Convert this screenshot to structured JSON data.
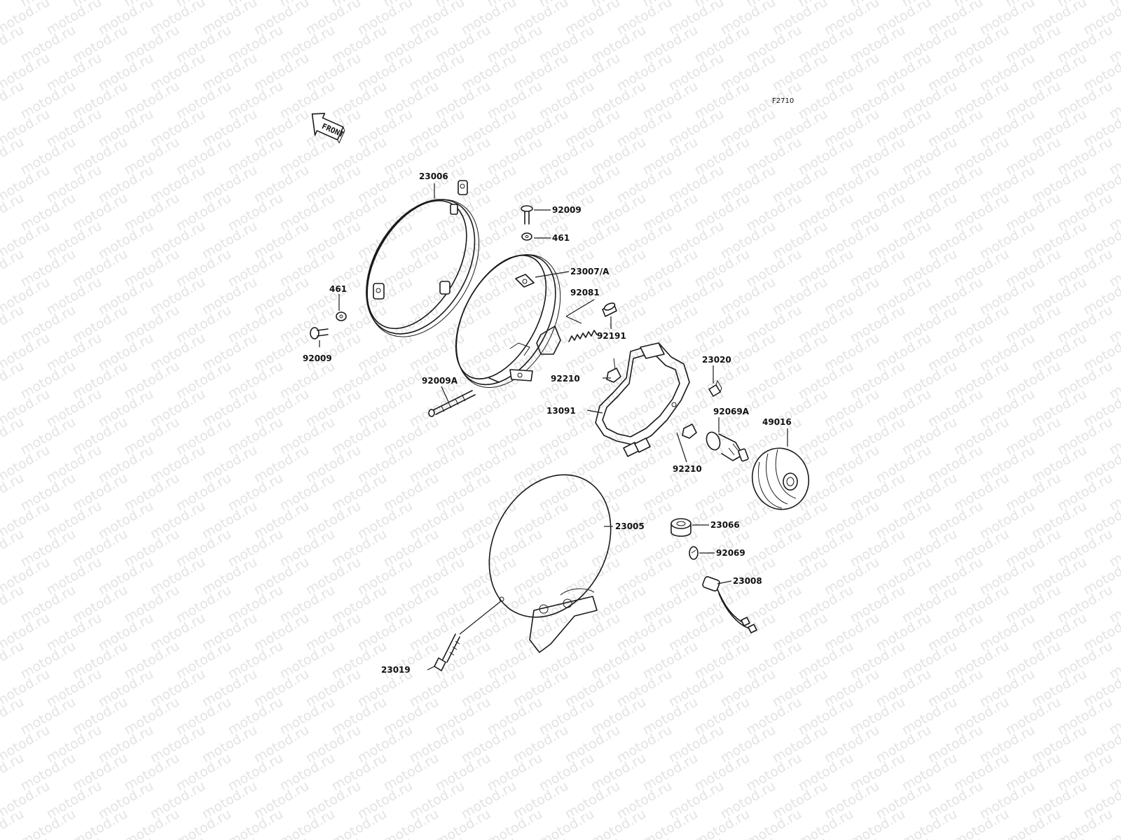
{
  "watermark_text": "motod.ru",
  "figure_code": "F2710",
  "direction_marker": "FRONT",
  "parts": {
    "p23006": "23006",
    "p92009_top": "92009",
    "p461_top": "461",
    "p23007A": "23007/A",
    "p461_left": "461",
    "p92081": "92081",
    "p92191": "92191",
    "p92009_left": "92009",
    "p23020": "23020",
    "p92210_top": "92210",
    "p92009A": "92009A",
    "p13091": "13091",
    "p92069A": "92069A",
    "p49016": "49016",
    "p92210_bottom": "92210",
    "p23005": "23005",
    "p23066": "23066",
    "p92069": "92069",
    "p23008": "23008",
    "p23019": "23019"
  }
}
